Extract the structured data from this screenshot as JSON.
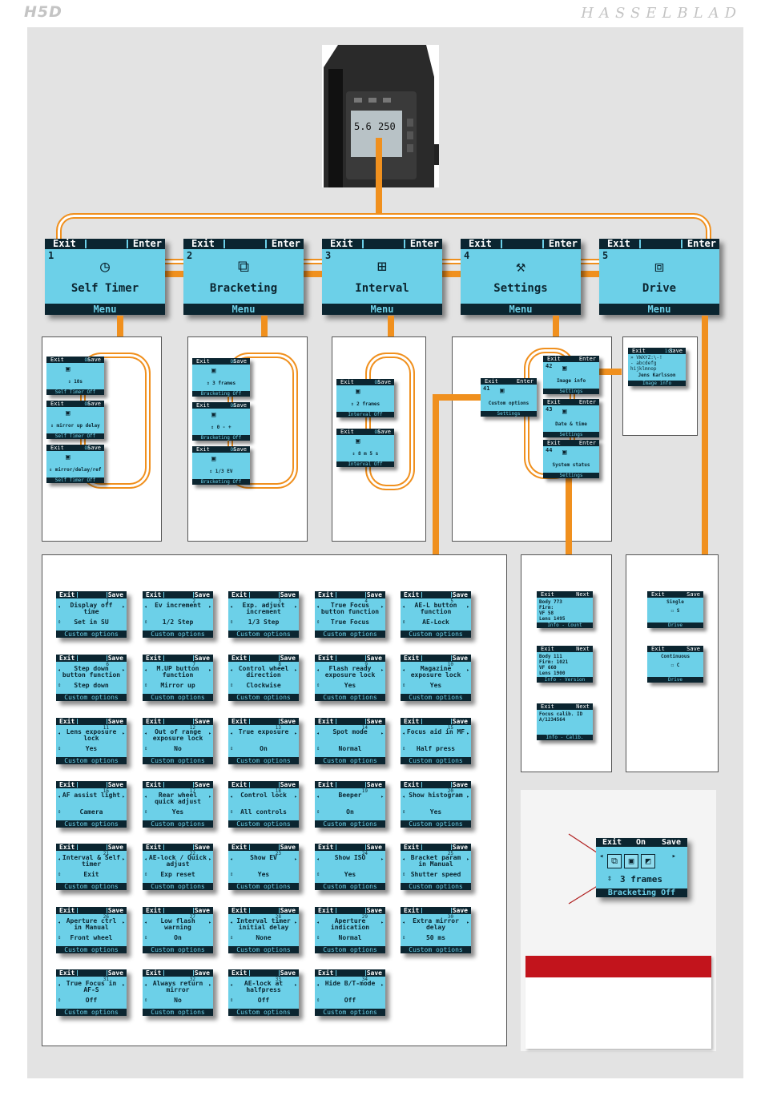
{
  "header": {
    "left": "H5D",
    "right": "HASSELBLAD"
  },
  "colors": {
    "lcd": "#6cd0e8",
    "lcd_dark": "#0b2530",
    "wire": "#f0901e",
    "accent_red": "#c2141c"
  },
  "main_menus": [
    {
      "num": "1",
      "exit": "Exit",
      "enter": "Enter",
      "title": "Self Timer",
      "footer": "Menu",
      "icon": "timer-icon"
    },
    {
      "num": "2",
      "exit": "Exit",
      "enter": "Enter",
      "title": "Bracketing",
      "footer": "Menu",
      "icon": "bracketing-icon"
    },
    {
      "num": "3",
      "exit": "Exit",
      "enter": "Enter",
      "title": "Interval",
      "footer": "Menu",
      "icon": "interval-icon"
    },
    {
      "num": "4",
      "exit": "Exit",
      "enter": "Enter",
      "title": "Settings",
      "footer": "Menu",
      "icon": "settings-icon"
    },
    {
      "num": "5",
      "exit": "Exit",
      "enter": "Enter",
      "title": "Drive",
      "footer": "Menu",
      "icon": "drive-icon"
    }
  ],
  "self_timer_screens": [
    {
      "top": [
        "Exit",
        "On",
        "Save"
      ],
      "main": "⇕ 10s",
      "footer": "Self Timer Off"
    },
    {
      "top": [
        "Exit",
        "On",
        "Save"
      ],
      "main": "⇕ mirror up delay",
      "footer": "Self Timer Off"
    },
    {
      "top": [
        "Exit",
        "On",
        "Save"
      ],
      "main": "⇕ mirror/delay/ref",
      "footer": "Self Timer Off"
    }
  ],
  "bracketing_screens": [
    {
      "top": [
        "Exit",
        "On",
        "Save"
      ],
      "main": "⇕ 3 frames",
      "footer": "Bracketing Off"
    },
    {
      "top": [
        "Exit",
        "On",
        "Save"
      ],
      "main": "⇕ 0 - +",
      "footer": "Bracketing Off"
    },
    {
      "top": [
        "Exit",
        "On",
        "Save"
      ],
      "main": "⇕ 1/3 EV",
      "footer": "Bracketing Off"
    }
  ],
  "interval_screens": [
    {
      "top": [
        "Exit",
        "On",
        "Save"
      ],
      "main": "⇕ 2 frames",
      "footer": "Interval Off"
    },
    {
      "top": [
        "Exit",
        "On",
        "Save"
      ],
      "main": "⇕ 8 m 5 s",
      "footer": "Interval Off"
    }
  ],
  "settings_screens": [
    {
      "top": [
        "Exit",
        "",
        "Enter"
      ],
      "num": "41",
      "main": "Custom options",
      "footer": "Settings"
    },
    {
      "top": [
        "Exit",
        "",
        "Enter"
      ],
      "num": "42",
      "main": "Image info",
      "footer": "Settings"
    },
    {
      "top": [
        "Exit",
        "",
        "Enter"
      ],
      "num": "43",
      "main": "Date & time",
      "footer": "Settings"
    },
    {
      "top": [
        "Exit",
        "",
        "Enter"
      ],
      "num": "44",
      "main": "System status",
      "footer": "Settings"
    }
  ],
  "image_info_screen": {
    "top": [
      "Exit",
      "1st",
      "Save"
    ],
    "rows": [
      "» VWXYZ:\\-!",
      "- abcdefg",
      "hijklmnop"
    ],
    "main": "Jens Karlsson",
    "footer": "Image info"
  },
  "status_screens": [
    {
      "top": [
        "Exit",
        "",
        "Next"
      ],
      "rows": [
        "Body 773",
        "Firm:",
        "VF 58",
        "Lens 1495"
      ],
      "footer": "Info - Count"
    },
    {
      "top": [
        "Exit",
        "",
        "Next"
      ],
      "rows": [
        "Body 111",
        "Firm: 1021",
        "VF 660",
        "Lens 1900"
      ],
      "footer": "Info - Version"
    },
    {
      "top": [
        "Exit",
        "",
        "Next"
      ],
      "rows": [
        "Focus calib. ID",
        "A/1234564"
      ],
      "footer": "Info - Calib."
    }
  ],
  "drive_screens": [
    {
      "top": [
        "Exit",
        "",
        "Save"
      ],
      "rows": [
        "Single",
        "☐ S"
      ],
      "footer": "Drive"
    },
    {
      "top": [
        "Exit",
        "",
        "Save"
      ],
      "rows": [
        "Continuous",
        "☐ C"
      ],
      "footer": "Drive"
    }
  ],
  "custom_options": [
    {
      "n": "1",
      "name": "Display off time",
      "value": "Set in SU"
    },
    {
      "n": "2",
      "name": "Ev increment",
      "value": "1/2 Step"
    },
    {
      "n": "3",
      "name": "Exp. adjust increment",
      "value": "1/3 Step"
    },
    {
      "n": "4",
      "name": "True Focus button function",
      "value": "True Focus"
    },
    {
      "n": "5",
      "name": "AE-L button function",
      "value": "AE-Lock"
    },
    {
      "n": "6",
      "name": "Step down button function",
      "value": "Step down"
    },
    {
      "n": "7",
      "name": "M.UP button function",
      "value": "Mirror up"
    },
    {
      "n": "8",
      "name": "Control wheel direction",
      "value": "Clockwise"
    },
    {
      "n": "9",
      "name": "Flash ready exposure lock",
      "value": "Yes"
    },
    {
      "n": "10",
      "name": "Magazine exposure lock",
      "value": "Yes"
    },
    {
      "n": "11",
      "name": "Lens exposure lock",
      "value": "Yes"
    },
    {
      "n": "12",
      "name": "Out of range exposure lock",
      "value": "No"
    },
    {
      "n": "13",
      "name": "True exposure",
      "value": "On"
    },
    {
      "n": "14",
      "name": "Spot mode",
      "value": "Normal"
    },
    {
      "n": "15",
      "name": "Focus aid in MF",
      "value": "Half press"
    },
    {
      "n": "16",
      "name": "AF assist light",
      "value": "Camera"
    },
    {
      "n": "17",
      "name": "Rear wheel quick adjust",
      "value": "Yes"
    },
    {
      "n": "18",
      "name": "Control lock",
      "value": "All controls"
    },
    {
      "n": "19",
      "name": "Beeper",
      "value": "On"
    },
    {
      "n": "20",
      "name": "Show histogram",
      "value": "Yes"
    },
    {
      "n": "21",
      "name": "Interval & Self timer",
      "value": "Exit"
    },
    {
      "n": "22",
      "name": "AE-lock / Quick adjust",
      "value": "Exp reset"
    },
    {
      "n": "23",
      "name": "Show EV",
      "value": "Yes"
    },
    {
      "n": "24",
      "name": "Show ISO",
      "value": "Yes"
    },
    {
      "n": "25",
      "name": "Bracket param in Manual",
      "value": "Shutter speed"
    },
    {
      "n": "26",
      "name": "Aperture ctrl in Manual",
      "value": "Front wheel"
    },
    {
      "n": "27",
      "name": "Low flash warning",
      "value": "On"
    },
    {
      "n": "28",
      "name": "Interval timer initial delay",
      "value": "None"
    },
    {
      "n": "29",
      "name": "Aperture indication",
      "value": "Normal"
    },
    {
      "n": "30",
      "name": "Extra mirror delay",
      "value": "50 ms"
    },
    {
      "n": "31",
      "name": "True Focus in AF-S",
      "value": "Off"
    },
    {
      "n": "32",
      "name": "Always return mirror",
      "value": "No"
    },
    {
      "n": "33",
      "name": "AE-lock at halfpress",
      "value": "Off"
    },
    {
      "n": "34",
      "name": "Hide B/T-mode",
      "value": "Off"
    }
  ],
  "custom_option_labels": {
    "exit": "Exit",
    "save": "Save",
    "footer": "Custom options"
  },
  "detail_screen": {
    "exit": "Exit",
    "on": "On",
    "save": "Save",
    "value": "3 frames",
    "footer": "Bracketing Off"
  },
  "camera_lcd": {
    "aperture": "5.6",
    "shutter": "250"
  }
}
